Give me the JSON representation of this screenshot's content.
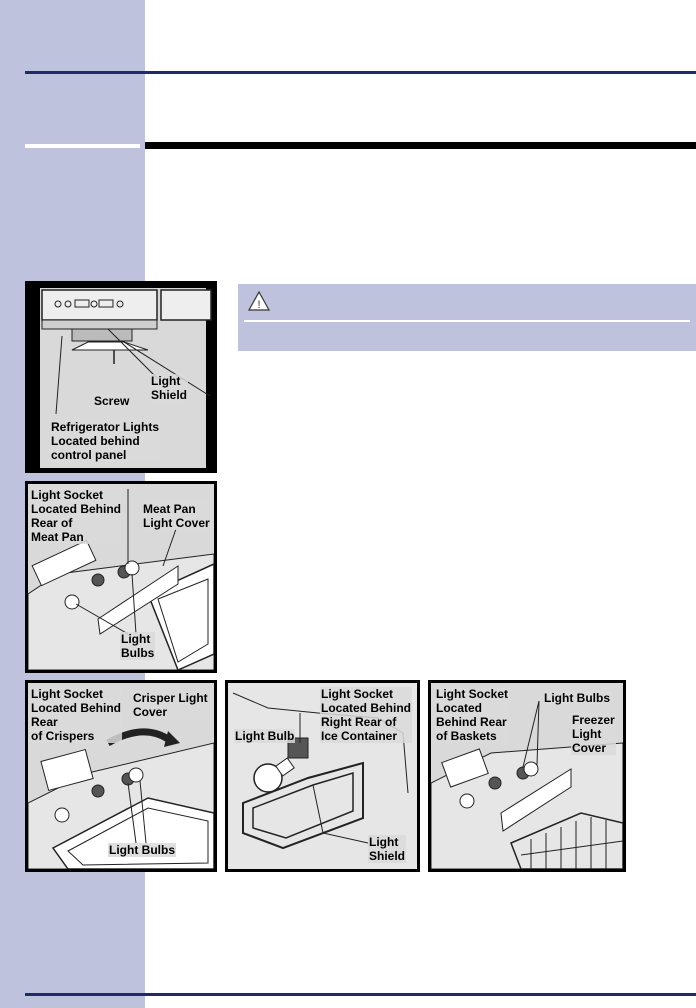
{
  "figures": {
    "fig1": {
      "labels": {
        "light_shield": "Light\nShield",
        "screw": "Screw",
        "refrigerator_lights": "Refrigerator Lights\nLocated behind\ncontrol panel"
      }
    },
    "fig2": {
      "labels": {
        "light_socket": "Light Socket\nLocated Behind\nRear of\nMeat Pan",
        "meat_pan_cover": "Meat Pan\nLight Cover",
        "light_bulbs": "Light\nBulbs"
      }
    },
    "fig3": {
      "labels": {
        "light_socket": "Light Socket\nLocated Behind\nRear\nof Crispers",
        "crisper_cover": "Crisper Light\nCover",
        "light_bulbs": "Light Bulbs"
      }
    },
    "fig4": {
      "labels": {
        "light_socket": "Light Socket\nLocated Behind\nRight Rear of\nIce Container",
        "light_bulb": "Light Bulb",
        "light_shield": "Light\nShield"
      }
    },
    "fig5": {
      "labels": {
        "light_socket": "Light Socket\nLocated\nBehind Rear\nof Baskets",
        "light_bulbs": "Light Bulbs",
        "freezer_cover": "Freezer\nLight\nCover"
      }
    }
  },
  "colors": {
    "sidebar": "#bfc2dc",
    "rule": "#1f2a6b",
    "caution_box": "#bfc2dc"
  }
}
